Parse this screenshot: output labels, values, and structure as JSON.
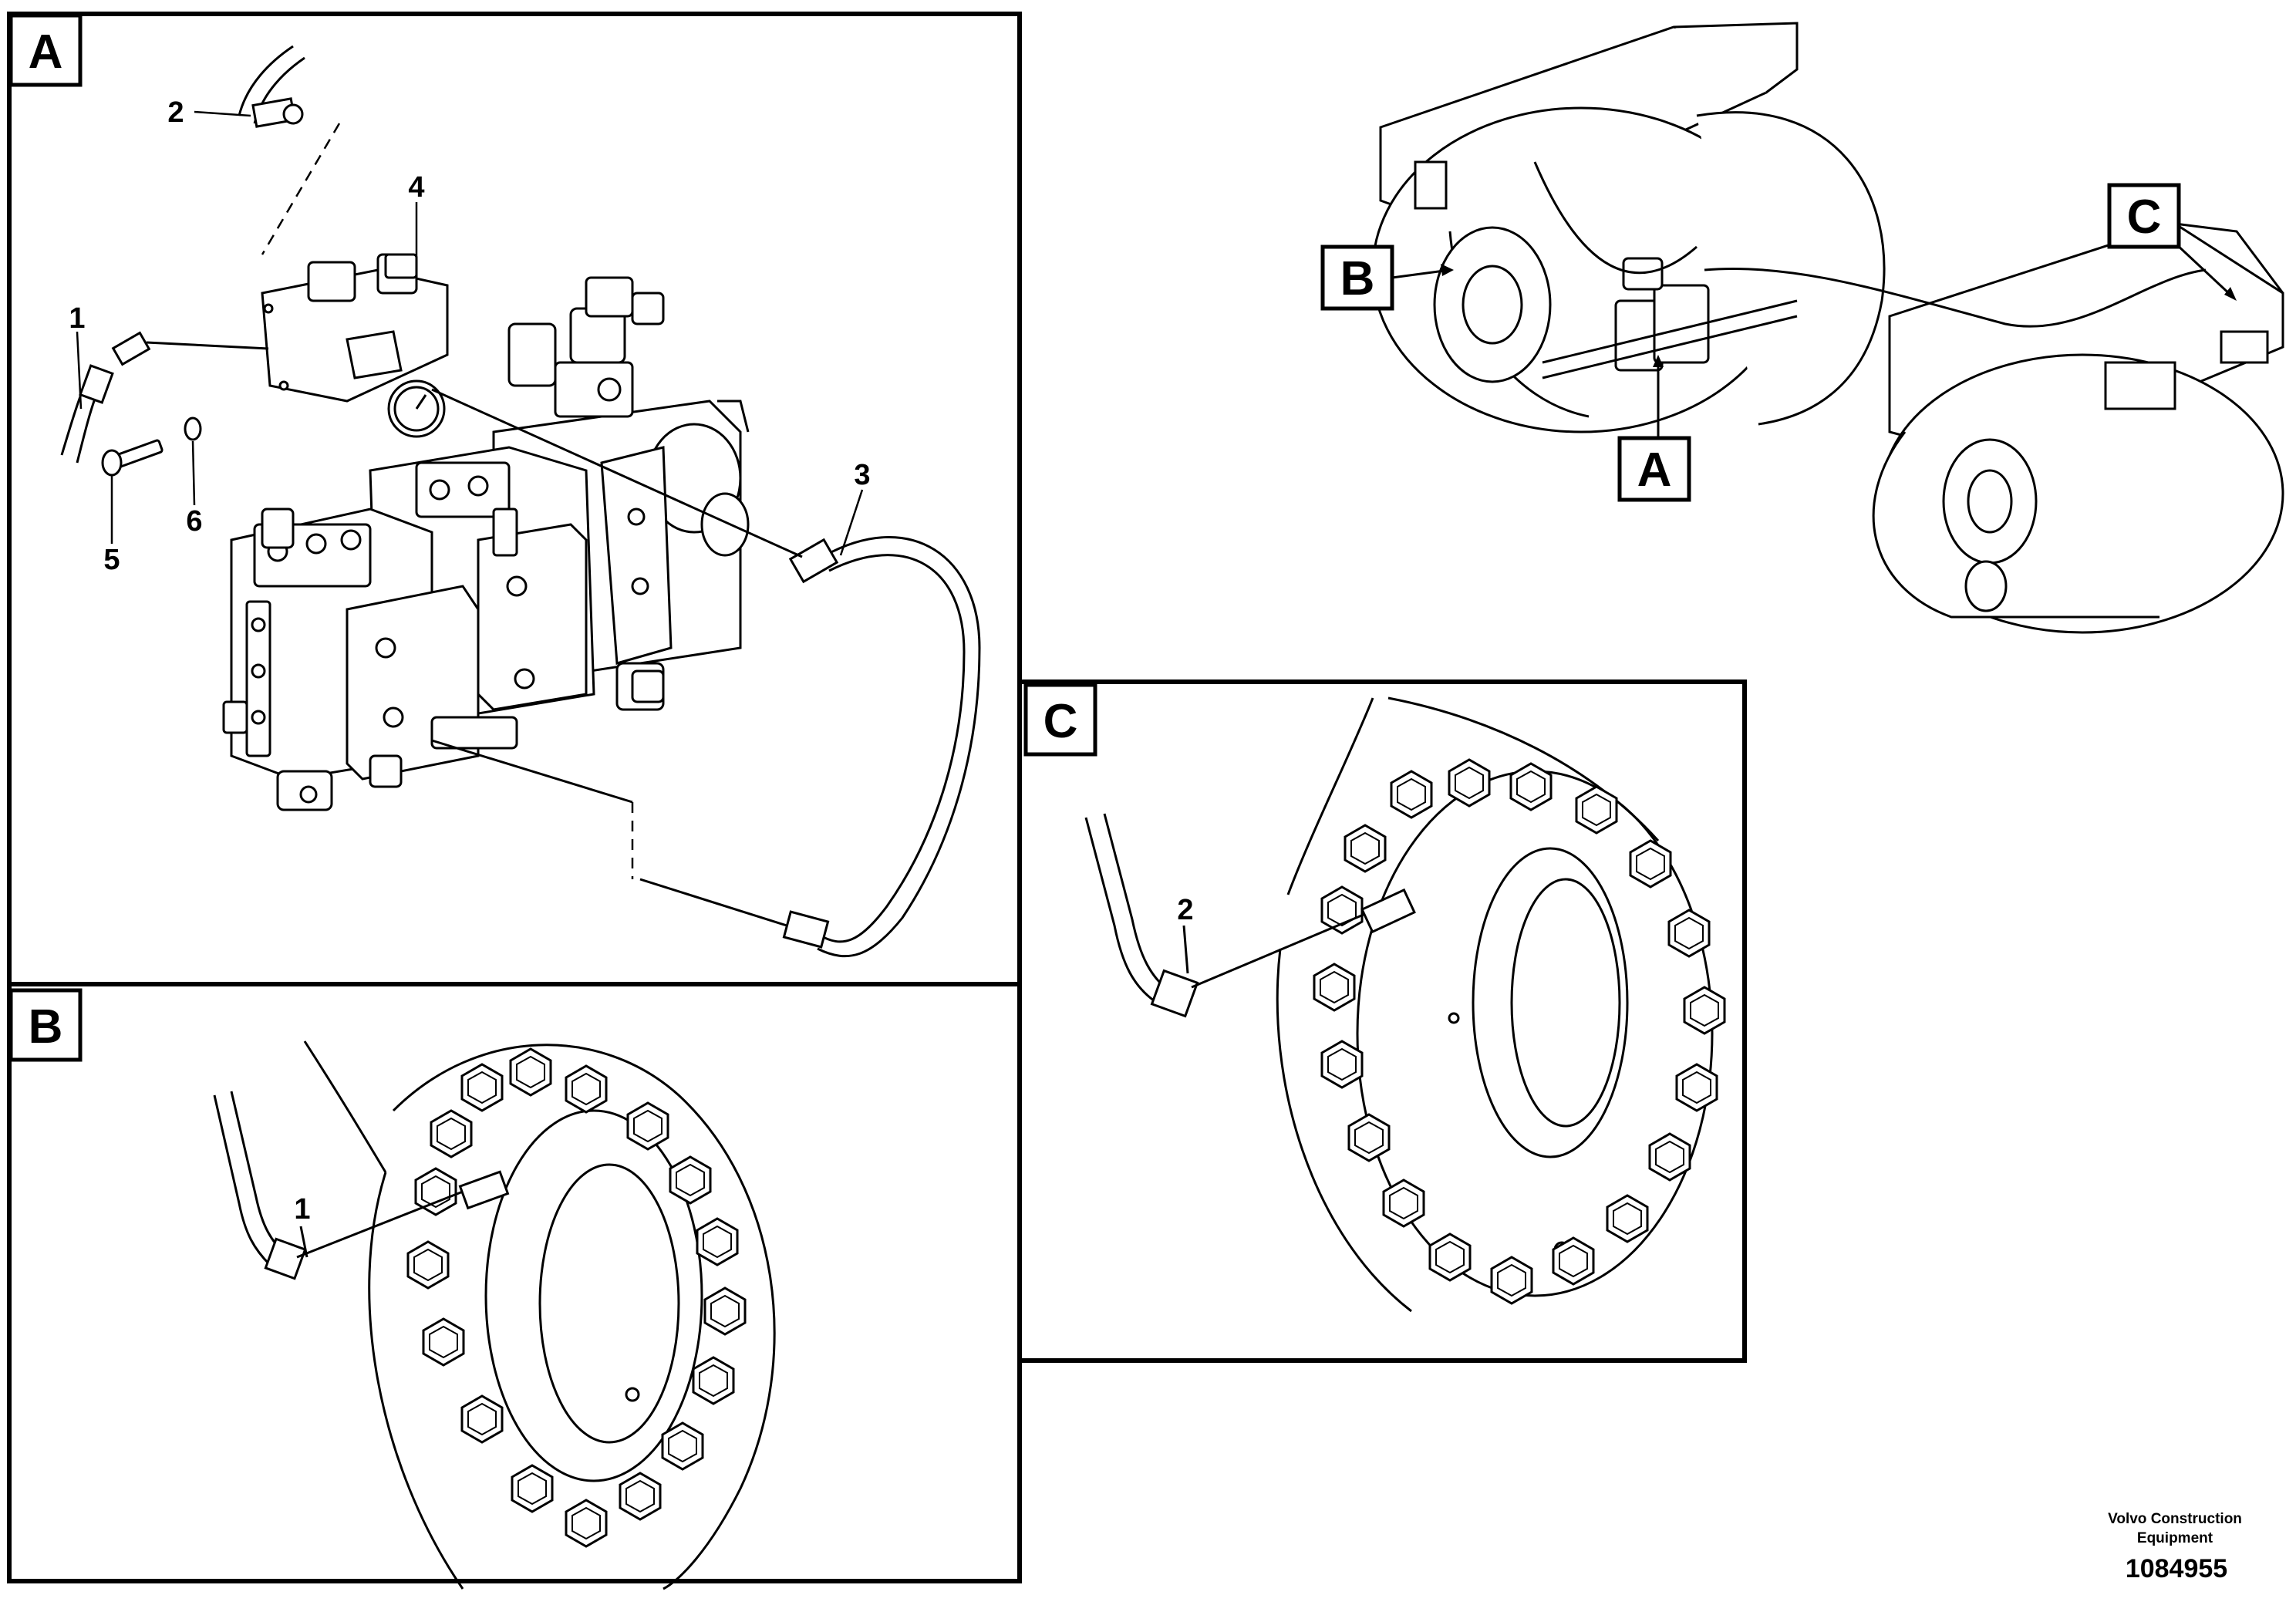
{
  "views": {
    "A": {
      "letter": "A",
      "callouts": [
        "1",
        "2",
        "3",
        "4",
        "5",
        "6"
      ]
    },
    "B": {
      "letter": "B",
      "callouts": [
        "1"
      ]
    },
    "C": {
      "letter": "C",
      "callouts": [
        "2"
      ]
    }
  },
  "overview": {
    "markers": [
      "A",
      "B",
      "C"
    ]
  },
  "footer": {
    "company_line1": "Volvo Construction",
    "company_line2": "Equipment",
    "drawing_number": "1084955"
  }
}
